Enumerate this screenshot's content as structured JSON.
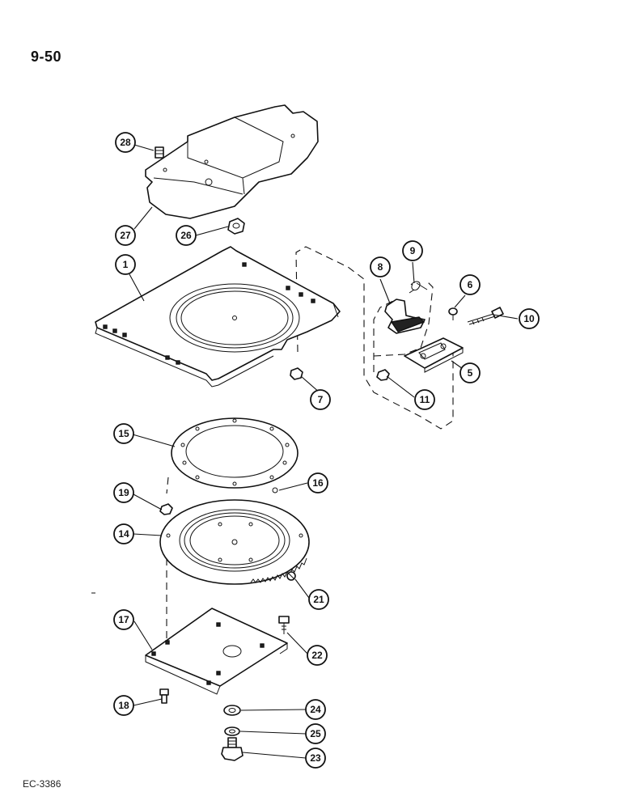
{
  "page": {
    "page_number": "9-50",
    "figure_code": "EC-3386"
  },
  "callouts": [
    {
      "id": "c1",
      "label": "1"
    },
    {
      "id": "c5",
      "label": "5"
    },
    {
      "id": "c6",
      "label": "6"
    },
    {
      "id": "c7",
      "label": "7"
    },
    {
      "id": "c8",
      "label": "8"
    },
    {
      "id": "c9",
      "label": "9"
    },
    {
      "id": "c10",
      "label": "10"
    },
    {
      "id": "c11",
      "label": "11"
    },
    {
      "id": "c14",
      "label": "14"
    },
    {
      "id": "c15",
      "label": "15"
    },
    {
      "id": "c16",
      "label": "16"
    },
    {
      "id": "c17",
      "label": "17"
    },
    {
      "id": "c18",
      "label": "18"
    },
    {
      "id": "c19",
      "label": "19"
    },
    {
      "id": "c21",
      "label": "21"
    },
    {
      "id": "c22",
      "label": "22"
    },
    {
      "id": "c23",
      "label": "23"
    },
    {
      "id": "c24",
      "label": "24"
    },
    {
      "id": "c25",
      "label": "25"
    },
    {
      "id": "c26",
      "label": "26"
    },
    {
      "id": "c27",
      "label": "27"
    },
    {
      "id": "c28",
      "label": "28"
    }
  ]
}
